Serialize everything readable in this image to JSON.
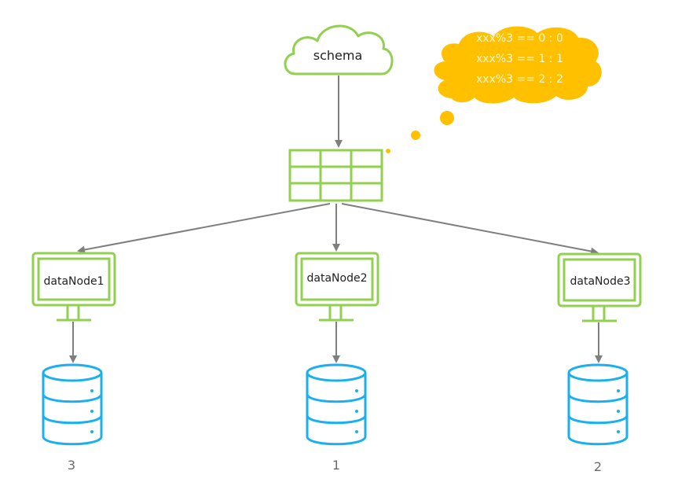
{
  "colors": {
    "node_outline": "#92D050",
    "database": "#1AAFF0",
    "thought_cloud": "#FFC000",
    "thought_text": "#FFF6D8",
    "arrow": "#7F7F7F",
    "text": "#222222",
    "db_label": "#6B6B6B"
  },
  "schema": {
    "label": "schema",
    "icon": "cloud-icon"
  },
  "routing_rule": {
    "icon": "thought-cloud-icon",
    "lines": [
      "xxx%3 == 0 : 0",
      "xxx%3 == 1 : 1",
      "xxx%3 == 2 : 2"
    ]
  },
  "routing_table": {
    "icon": "table-icon",
    "rows": 3,
    "cols": 3
  },
  "data_nodes": [
    {
      "label": "dataNode1",
      "icon": "monitor-icon",
      "database_icon": "database-icon",
      "database_label": "3"
    },
    {
      "label": "dataNode2",
      "icon": "monitor-icon",
      "database_icon": "database-icon",
      "database_label": "1"
    },
    {
      "label": "dataNode3",
      "icon": "monitor-icon",
      "database_icon": "database-icon",
      "database_label": "2"
    }
  ]
}
